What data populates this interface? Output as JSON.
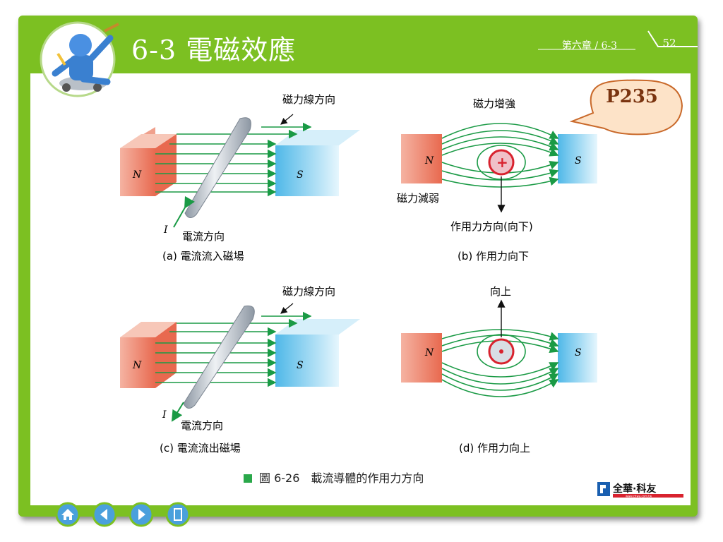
{
  "header": {
    "title": "6-3 電磁效應",
    "chapter": "第六章 / 6-3",
    "page": "52"
  },
  "callout": {
    "text": "P235"
  },
  "figure": {
    "a": {
      "field_dir": "磁力線方向",
      "n": "N",
      "s": "S",
      "current_symbol": "I",
      "current_dir": "電流方向",
      "caption": "(a) 電流流入磁場"
    },
    "b": {
      "strong": "磁力增強",
      "weak": "磁力減弱",
      "n": "N",
      "s": "S",
      "force": "作用力方向(向下)",
      "caption": "(b) 作用力向下"
    },
    "c": {
      "field_dir": "磁力線方向",
      "n": "N",
      "s": "S",
      "current_symbol": "I",
      "current_dir": "電流方向",
      "caption": "(c) 電流流出磁場"
    },
    "d": {
      "up": "向上",
      "n": "N",
      "s": "S",
      "caption": "(d) 作用力向上"
    },
    "caption": "圖 6-26　載流導體的作用力方向"
  },
  "logo": {
    "text": "全華·科友",
    "sub": "www.chwa.com.tw"
  },
  "colors": {
    "frame": "#7cc022",
    "nav": "#4aa0dc",
    "field": "#1a9a45",
    "north": "#e8694f",
    "south": "#4fb8e8",
    "bubble": "#fde3c8"
  },
  "nav_icons": [
    "home-icon",
    "previous-icon",
    "next-icon",
    "exit-icon"
  ]
}
